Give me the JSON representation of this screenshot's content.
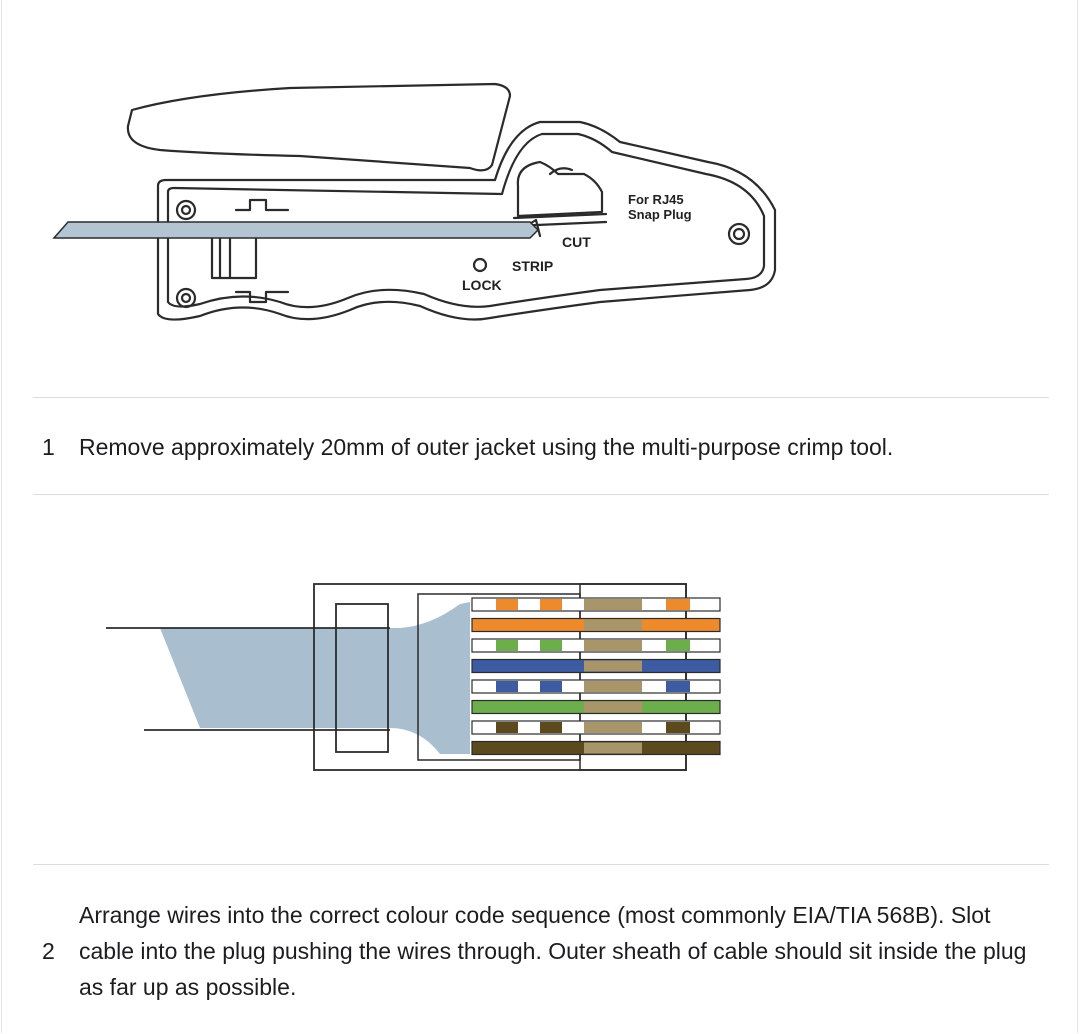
{
  "tool_diagram": {
    "labels": {
      "plug_line1": "For RJ45",
      "plug_line2": "Snap Plug",
      "cut": "CUT",
      "strip": "STRIP",
      "lock": "LOCK"
    },
    "colors": {
      "outline": "#2b2b2b",
      "cable": "#b3c5d3"
    }
  },
  "plug_diagram": {
    "colors": {
      "cable": "#a9bfcf",
      "orange": "#ec8a2c",
      "green": "#6cae4b",
      "blue": "#3d5ba0",
      "brown": "#5c4a1e",
      "tan": "#a8966a"
    }
  },
  "steps": [
    {
      "number": "1",
      "text": "Remove approximately 20mm of outer jacket using the multi-purpose crimp tool."
    },
    {
      "number": "2",
      "text": "Arrange wires into the correct colour code sequence (most commonly EIA/TIA 568B). Slot cable into the plug pushing the wires through. Outer sheath of cable should sit inside the plug as far up as possible."
    }
  ]
}
